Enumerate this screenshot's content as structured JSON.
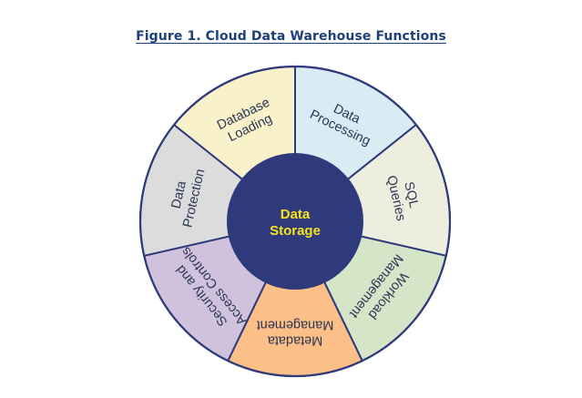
{
  "title": "Figure 1. Cloud Data Warehouse Functions",
  "center": {
    "lines": [
      "Data",
      "Storage"
    ],
    "fill": "#2e3a7c",
    "text_color": "#f6e31c"
  },
  "ring_stroke": "#2e3a7c",
  "text_color": "#2b3556",
  "segments": [
    {
      "key": "data-processing",
      "lines": [
        "Data",
        "Processing"
      ],
      "fill": "#d9ecf4"
    },
    {
      "key": "sql-queries",
      "lines": [
        "SQL",
        "Queries"
      ],
      "fill": "#eeeedf"
    },
    {
      "key": "workload-management",
      "lines": [
        "Workload",
        "Management"
      ],
      "fill": "#d5e6c8"
    },
    {
      "key": "metadata-management",
      "lines": [
        "Metadata",
        "Management"
      ],
      "fill": "#fcbf88"
    },
    {
      "key": "security-access-controls",
      "lines": [
        "Security and",
        "Access Controls"
      ],
      "fill": "#d0c2dc"
    },
    {
      "key": "data-protection",
      "lines": [
        "Data",
        "Protection"
      ],
      "fill": "#dcdcdc"
    },
    {
      "key": "database-loading",
      "lines": [
        "Database",
        "Loading"
      ],
      "fill": "#f8f1c9"
    }
  ]
}
